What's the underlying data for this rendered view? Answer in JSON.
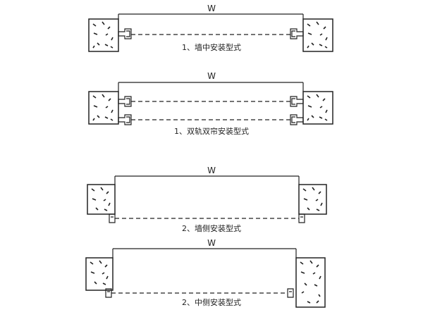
{
  "diagrams": [
    {
      "width_label": "W",
      "caption": "1、墙中安装型式",
      "rails": 1,
      "bracket_side": "inner"
    },
    {
      "width_label": "W",
      "caption": "1、双轨双帘安装型式",
      "rails": 2,
      "bracket_side": "inner"
    },
    {
      "width_label": "W",
      "caption": "2、墙侧安装型式",
      "rails": 1,
      "bracket_side": "front"
    },
    {
      "width_label": "W",
      "caption": "2、中侧安装型式",
      "rails": 1,
      "bracket_side": "front-center"
    }
  ],
  "colors": {
    "line": "#222222",
    "background": "#ffffff"
  },
  "icons": {
    "wall": "wall-section-icon",
    "bracket": "rail-bracket-icon"
  }
}
